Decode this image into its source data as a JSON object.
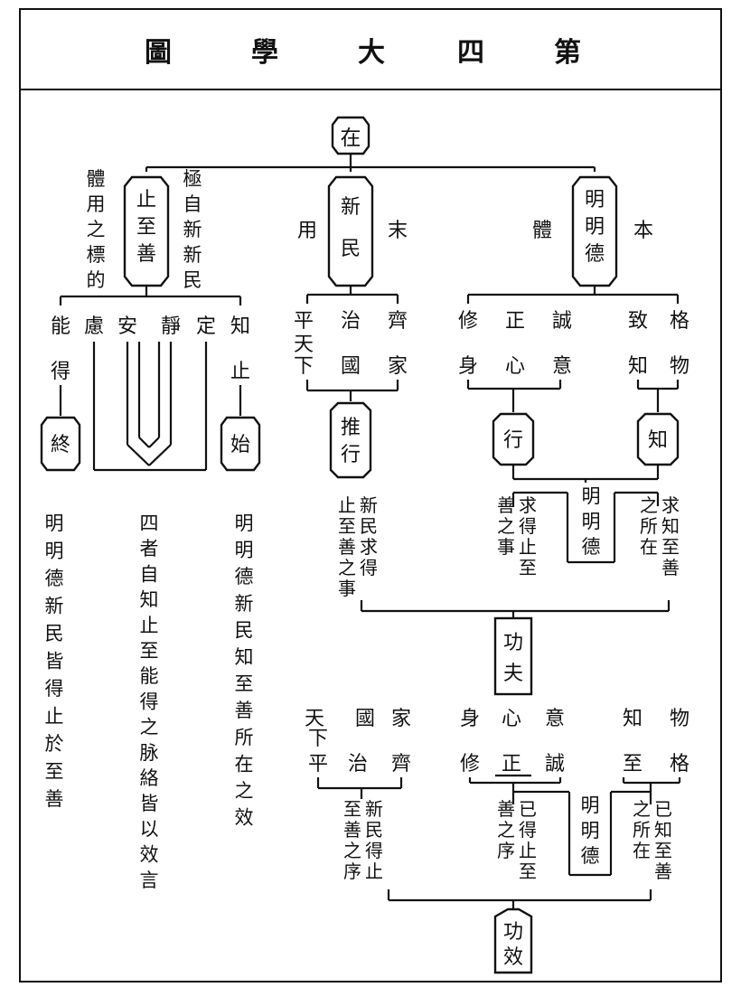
{
  "title": "第四大學圖",
  "title_chars": [
    "圖",
    "學",
    "大",
    "四",
    "第"
  ],
  "top_node": "在",
  "centers": [
    {
      "id": "zhi",
      "text": "止至善"
    },
    {
      "id": "xin",
      "text": "新民"
    },
    {
      "id": "ming",
      "text": "明明德"
    }
  ],
  "side_notes": {
    "left_col1": "體用之標的",
    "left_col2": "極自新新民",
    "yong": "用",
    "mo": "末",
    "ti": "體",
    "ben": "本"
  },
  "zhi_branch": {
    "row1": [
      "能",
      "慮",
      "安",
      "靜",
      "定",
      "知"
    ],
    "row2_left": "得",
    "row2_right": "止",
    "end_box": "終",
    "start_box": "始"
  },
  "xin_branch": {
    "top_row": [
      "平",
      "治",
      "齊"
    ],
    "bottom_row": [
      "天",
      "國",
      "家"
    ],
    "pingtianxia": "平天下",
    "node": "推行"
  },
  "ming_branch": {
    "top_row": [
      "修",
      "正",
      "誠",
      "致",
      "格"
    ],
    "bottom_row": [
      "身",
      "心",
      "意",
      "知",
      "物"
    ],
    "xing": "行",
    "zhi": "知"
  },
  "middle_mmd": "明明德",
  "texts": {
    "col_a": "明明德新民皆得止於至善",
    "col_b": "四者自知止至能得之脉絡皆以效言",
    "col_c": "明明德新民知至善所在之效",
    "xin_col1": "新民求得",
    "xin_col2": "止至善之事",
    "ming_col1": "求得止至",
    "ming_col2": "善之事",
    "zhi_col1": "求知至善",
    "zhi_col2": "之所在"
  },
  "gongfu": "功夫",
  "lower": {
    "xin_top": [
      "天",
      "國",
      "家"
    ],
    "xin_bottom": [
      "平",
      "治",
      "齊"
    ],
    "tianxia": "天下平",
    "ming_top": [
      "身",
      "心",
      "意",
      "知",
      "物"
    ],
    "ming_bottom": [
      "修",
      "正",
      "誠",
      "至",
      "格"
    ],
    "mmd": "明明德",
    "xin_col1": "新民得止",
    "xin_col2": "至善之序",
    "ming_col1": "已得止至",
    "ming_col2": "善之序",
    "zhi_col1": "已知至善",
    "zhi_col2": "之所在"
  },
  "gongxiao": "功效"
}
